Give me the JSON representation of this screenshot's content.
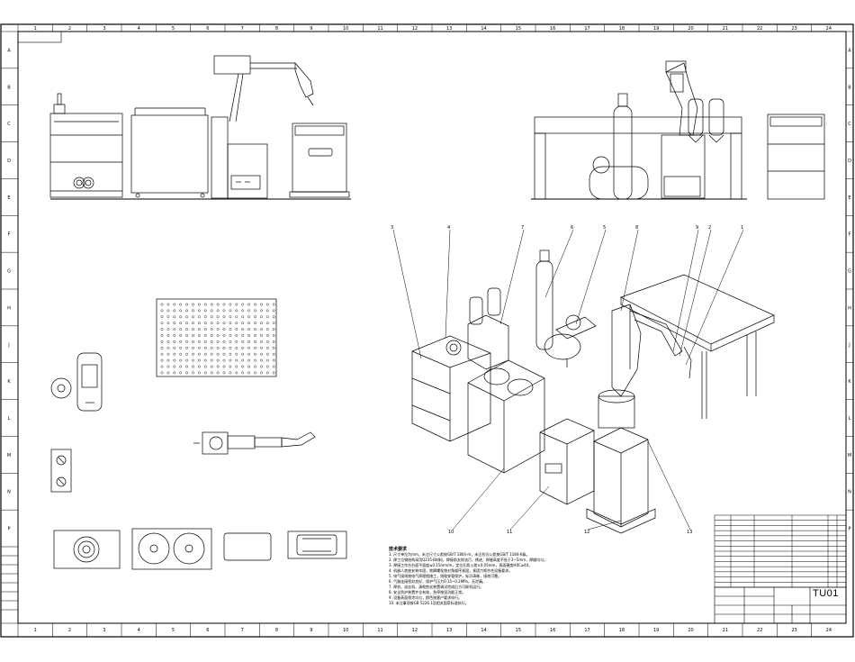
{
  "drawing": {
    "title": "TU01",
    "column_labels": [
      "1",
      "2",
      "3",
      "4",
      "5",
      "6",
      "7",
      "8",
      "9",
      "10",
      "11",
      "12",
      "13",
      "14",
      "15",
      "16",
      "17",
      "18",
      "19",
      "20",
      "21",
      "22",
      "23",
      "24"
    ],
    "row_labels": [
      "A",
      "B",
      "C",
      "D",
      "E",
      "F",
      "G",
      "H",
      "J",
      "K",
      "L",
      "M",
      "N",
      "P"
    ],
    "leader_numbers_top": [
      "3",
      "4",
      "7",
      "6",
      "5",
      "8",
      "9",
      "2",
      "1"
    ],
    "leader_numbers_bottom": [
      "10",
      "11",
      "12",
      "13"
    ],
    "notes_title": "技术要求",
    "notes": [
      "1. 尺寸单位为mm，未注尺寸公差按GB/T 1804-m，未注形位公差按GB/T 1184-K级。",
      "2. 焊工位钢结构采用Q235-B材料，焊接前去除油污、锈迹，焊缝高度不低于3~5mm，焊缝均匀。",
      "3. 焊接工作台台面平面度≤0.15mm/m，定位孔距公差±0.05mm，表面硬度HRC≥40。",
      "4. 机器人底座安装牢固，地脚螺栓按对角顺序紧固，紧固力矩符合设备要求。",
      "5. 电气接线按电气原理图施工，线缆穿管保护，标识清晰，接地可靠。",
      "6. 气路连接密封良好，保护气压力0.15~0.2MPa，无泄漏。",
      "7. 焊机、送丝机、清枪剪丝装置调试完成后方可联机运行。",
      "8. 安全防护装置齐全有效，急停按钮功能正常。",
      "9. 设备表面喷涂均匀，颜色按客户要求执行。",
      "10. 未注事项按GB 5226.1及相关国家标准执行。"
    ],
    "bom_rows": 14,
    "title_block_cells": 8
  }
}
